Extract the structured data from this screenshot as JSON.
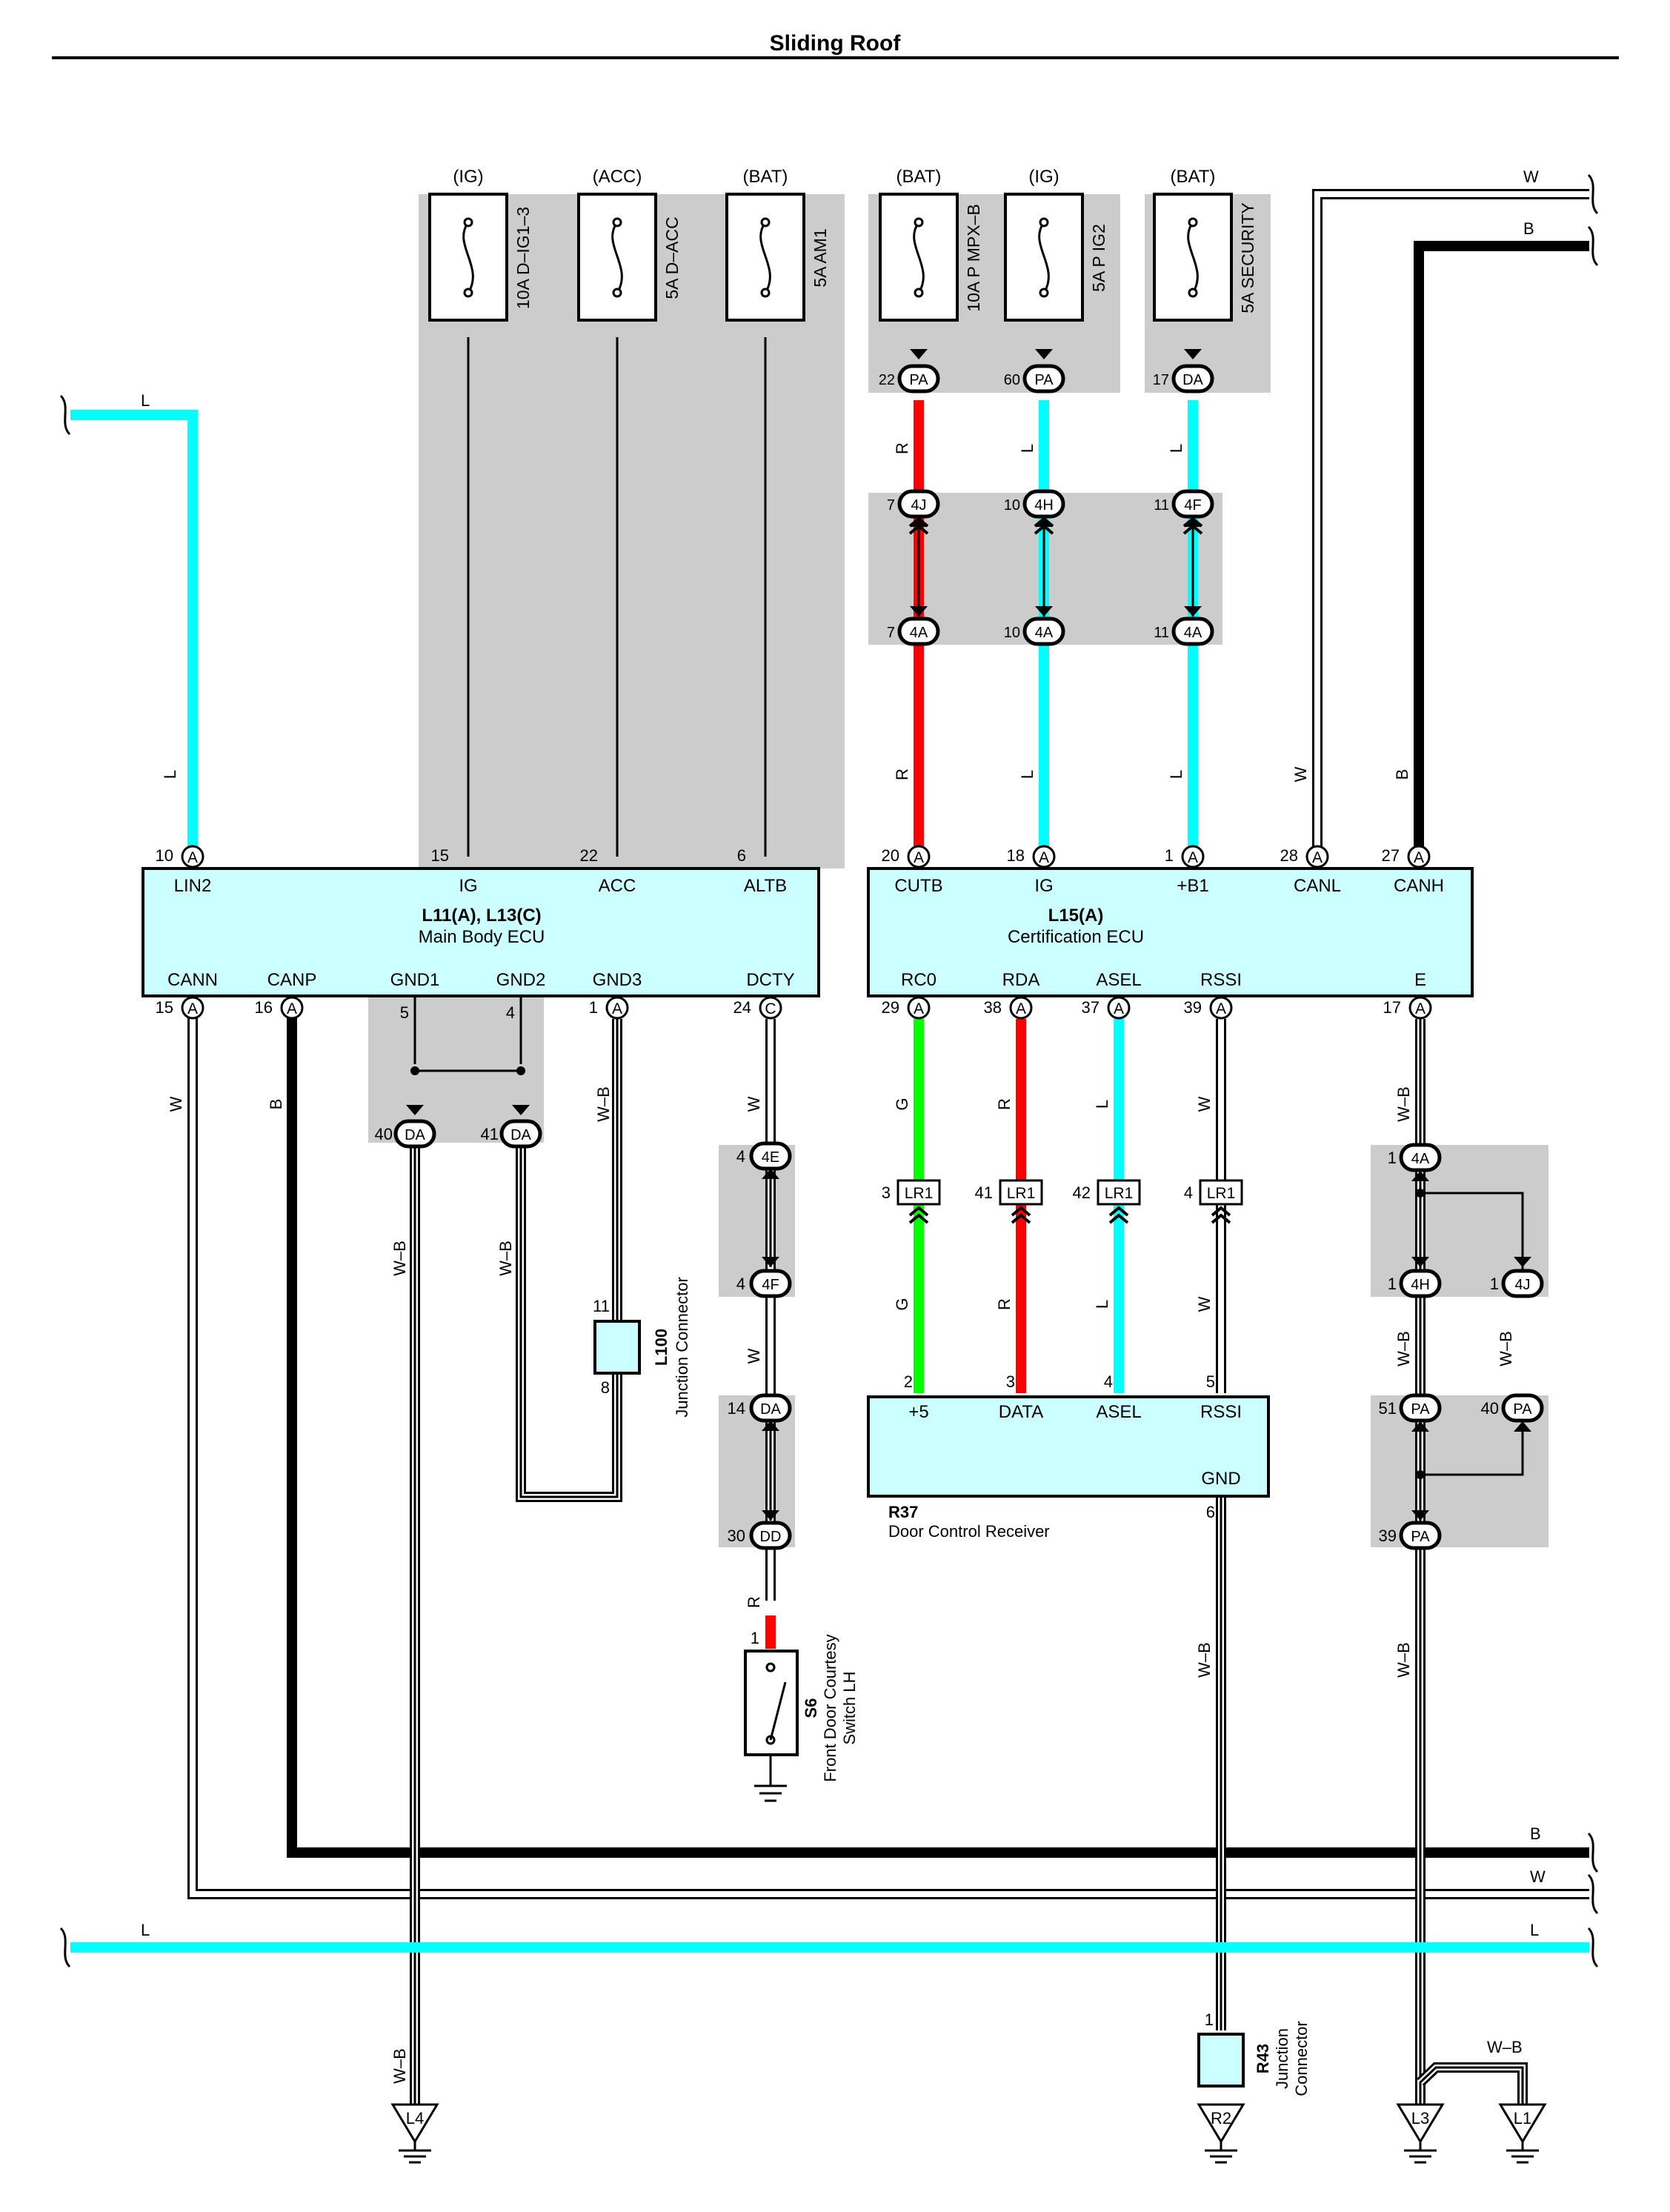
{
  "title": "Sliding Roof",
  "colors": {
    "L": "#00ffff",
    "R": "#ff0000",
    "G": "#00ff00",
    "B": "#000000",
    "W": "#ffffff",
    "ecu_fill": "#ccffff",
    "panel": "#cccccc"
  },
  "fuses": [
    {
      "id": "fuse-ig1-3",
      "name": "10A D–IG1–3",
      "source": "(IG)"
    },
    {
      "id": "fuse-dacc",
      "name": "5A D–ACC",
      "source": "(ACC)"
    },
    {
      "id": "fuse-am1",
      "name": "5A AM1",
      "source": "(BAT)"
    },
    {
      "id": "fuse-mpxb",
      "name": "10A P MPX–B",
      "source": "(BAT)"
    },
    {
      "id": "fuse-pig2",
      "name": "5A P IG2",
      "source": "(IG)"
    },
    {
      "id": "fuse-security",
      "name": "5A SECURITY",
      "source": "(BAT)"
    }
  ],
  "components": {
    "main_body_ecu": {
      "code": "L11(A), L13(C)",
      "name": "Main Body ECU",
      "top_pins": [
        "LIN2",
        "IG",
        "ACC",
        "ALTB"
      ],
      "bottom_pins": [
        "CANN",
        "CANP",
        "GND1",
        "GND2",
        "GND3",
        "DCTY"
      ]
    },
    "cert_ecu": {
      "code": "L15(A)",
      "name": "Certification ECU",
      "top_pins": [
        "CUTB",
        "IG",
        "+B1",
        "CANL",
        "CANH"
      ],
      "bottom_pins": [
        "RC0",
        "RDA",
        "ASEL",
        "RSSI",
        "E"
      ]
    },
    "door_receiver": {
      "code": "R37",
      "name": "Door Control Receiver",
      "pins": [
        "+5",
        "DATA",
        "ASEL",
        "RSSI",
        "GND"
      ]
    },
    "l100": {
      "code": "L100",
      "name": "Junction Connector"
    },
    "r43": {
      "code": "R43",
      "name1": "Junction",
      "name2": "Connector"
    },
    "s6": {
      "code": "S6",
      "name1": "Front Door Courtesy",
      "name2": "Switch LH"
    }
  },
  "connectors": {
    "A": "A",
    "C": "C",
    "DA": "DA",
    "PA": "PA",
    "4J": "4J",
    "4A": "4A",
    "4H": "4H",
    "4F": "4F",
    "4E": "4E",
    "DD": "DD",
    "LR1": "LR1"
  },
  "pin_numbers": {
    "p10": "10",
    "p15": "15",
    "p22": "22",
    "p6": "6",
    "p20": "20",
    "p18": "18",
    "p1": "1",
    "p28": "28",
    "p27": "27",
    "p16": "16",
    "p5": "5",
    "p4": "4",
    "p24": "24",
    "p29": "29",
    "p38": "38",
    "p37": "37",
    "p39": "39",
    "p17": "17",
    "p40": "40",
    "p41": "41",
    "p11": "11",
    "p8": "8",
    "p14": "14",
    "p30": "30",
    "p3": "3",
    "p42": "42",
    "p2": "2",
    "p60": "60",
    "p7": "7",
    "p51": "51",
    "p_s1": "1",
    "p_r1": "1",
    "p_r6": "6"
  },
  "wire_labels": {
    "L": "L",
    "R": "R",
    "G": "G",
    "B": "B",
    "W": "W",
    "WB": "W–B"
  },
  "grounds": [
    "L4",
    "R2",
    "L3",
    "L1"
  ]
}
